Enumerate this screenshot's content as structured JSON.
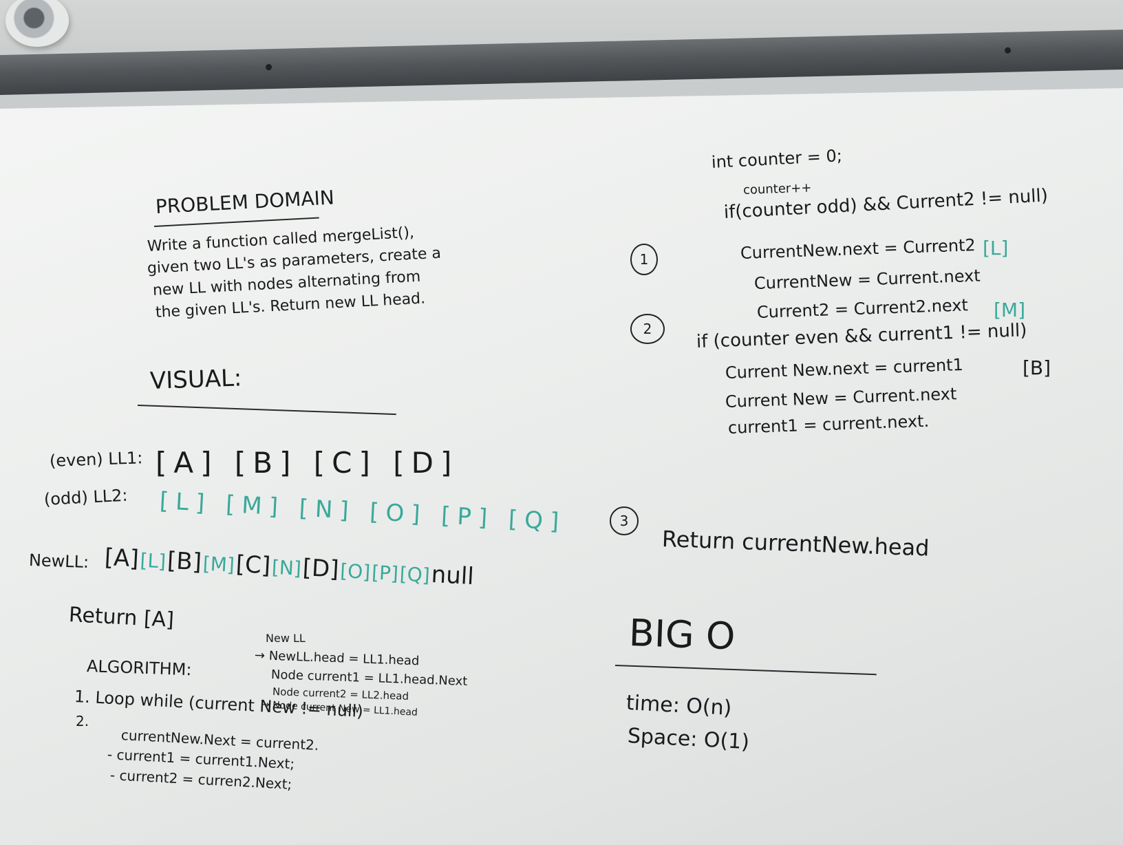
{
  "problem": {
    "title": "PROBLEM DOMAIN",
    "lines": [
      "Write a function called mergeList(),",
      "given two LL's as parameters, create a",
      "new LL with nodes alternating from",
      "the given LL's. Return new LL head."
    ]
  },
  "visual": {
    "title": "VISUAL:",
    "ll1_label": "(even) LL1:",
    "ll1_nodes": "[A]  [B]  [C]  [D]",
    "ll2_label": "(odd) LL2:",
    "ll2_nodes": "[L]  [M]  [N]  [O] [P] [Q]",
    "newll_label": "NewLL:",
    "newll_nodes": [
      {
        "text": "[A]",
        "color": "black"
      },
      {
        "text": "[L]",
        "color": "green"
      },
      {
        "text": "[B]",
        "color": "black"
      },
      {
        "text": "[M]",
        "color": "green"
      },
      {
        "text": "[C]",
        "color": "black"
      },
      {
        "text": "[N]",
        "color": "green"
      },
      {
        "text": "[D]",
        "color": "black"
      },
      {
        "text": "[O]",
        "color": "green"
      },
      {
        "text": "[P]",
        "color": "green"
      },
      {
        "text": "[Q]",
        "color": "green"
      },
      {
        "text": "null",
        "color": "black"
      }
    ],
    "return_text": "Return [A]"
  },
  "algorithm": {
    "title": "ALGORITHM:",
    "step1": "1. Loop while (current New != null)",
    "step2": "2.",
    "body_lines": [
      "currentNew.Next = current2.",
      "- current1 = current1.Next;",
      "- current2 = curren2.Next;"
    ],
    "setup_lines": [
      "New LL",
      "→ NewLL.head = LL1.head",
      "Node current1 = LL1.head.Next",
      "Node current2 = LL2.head",
      "→ Node current New = LL1.head"
    ]
  },
  "code": {
    "line_counter": "int counter = 0;",
    "line_increment": "counter++",
    "line_if_odd": "if(counter odd) && Current2 != null)",
    "step1_number": "1",
    "odd_body": [
      {
        "text": "CurrentNew.next = Current2",
        "note": "[L]"
      },
      {
        "text": "CurrentNew = Current.next",
        "note": ""
      },
      {
        "text": "Current2 = Current2.next",
        "note": "[M]"
      }
    ],
    "step2_number": "2",
    "line_if_even": "if (counter even && current1 != null)",
    "even_note": "[B]",
    "even_body": [
      "Current New.next = current1",
      "Current New = Current.next",
      "current1 = current.next."
    ],
    "step3_number": "3",
    "return_line": "Return currentNew.head"
  },
  "bigo": {
    "title": "BIG O",
    "time": "time: O(n)",
    "space": "Space: O(1)"
  },
  "colors": {
    "marker_black": "#1a1a1c",
    "marker_green": "#3aa99a",
    "board": "#eceeed"
  }
}
